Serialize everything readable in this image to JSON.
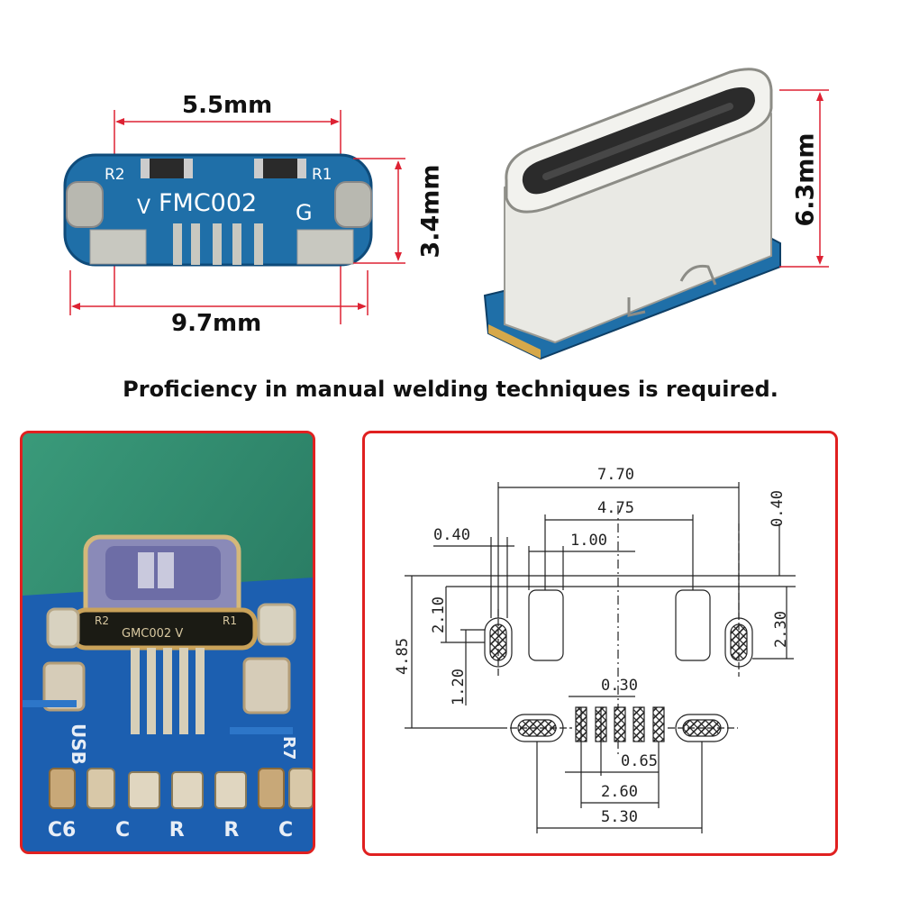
{
  "top": {
    "pcb_width_label": "5.5mm",
    "pcb_height_label": "3.4mm",
    "pcb_length_label": "9.7mm",
    "connector_height_label": "6.3mm",
    "pcb_silkscreen": {
      "r2": "R2",
      "r1": "R1",
      "part_code": "FMC002",
      "letter_v": "V",
      "letter_g": "G"
    }
  },
  "notice": "Proficiency in manual welding techniques is required.",
  "photo": {
    "silk_usb": "USB",
    "silk_r7": "R7",
    "silk_r2": "R2",
    "silk_r1": "R1",
    "silk_code": "GMC002 V",
    "silk_bottom": [
      "C6",
      "C",
      "R",
      "R",
      "C"
    ]
  },
  "drawing": {
    "dims": {
      "overall": "7.70",
      "inner": "4.75",
      "slot_w": "0.40",
      "pad_w": "1.00",
      "top_right": "0.40",
      "left_h": "2.10",
      "right_h": "2.30",
      "total_h": "4.85",
      "lower_h": "1.20",
      "pin_w": "0.30",
      "pitch": "0.65",
      "pins_span": "2.60",
      "bottom_span": "5.30"
    }
  },
  "colors": {
    "frame_red": "#e02020",
    "pcb_blue": "#1f6fa8",
    "felt_green": "#2f8a6a"
  }
}
